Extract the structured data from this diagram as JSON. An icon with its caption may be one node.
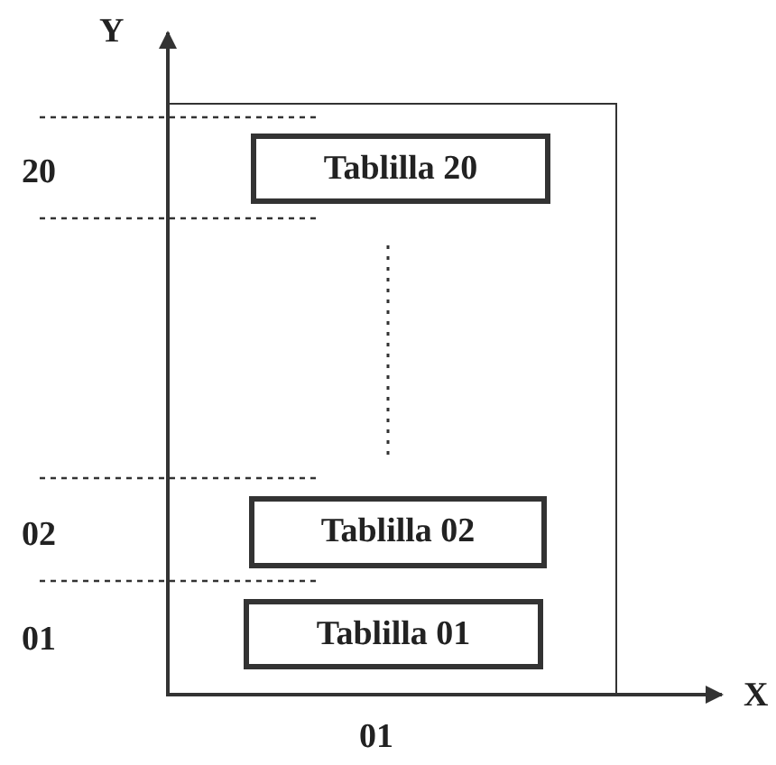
{
  "diagram": {
    "nodes": [
      {
        "text": [],
        "shape": "box"
      },
      {
        "text": [
          "Tablilla 20"
        ],
        "in": 0
      },
      {
        "text": [
          "Tablilla 02"
        ],
        "in": 0
      },
      {
        "text": [
          "Tablilla 01"
        ],
        "in": 0
      }
    ],
    "labels": [
      "Y",
      "20",
      "02",
      "01",
      "X",
      "01"
    ]
  }
}
